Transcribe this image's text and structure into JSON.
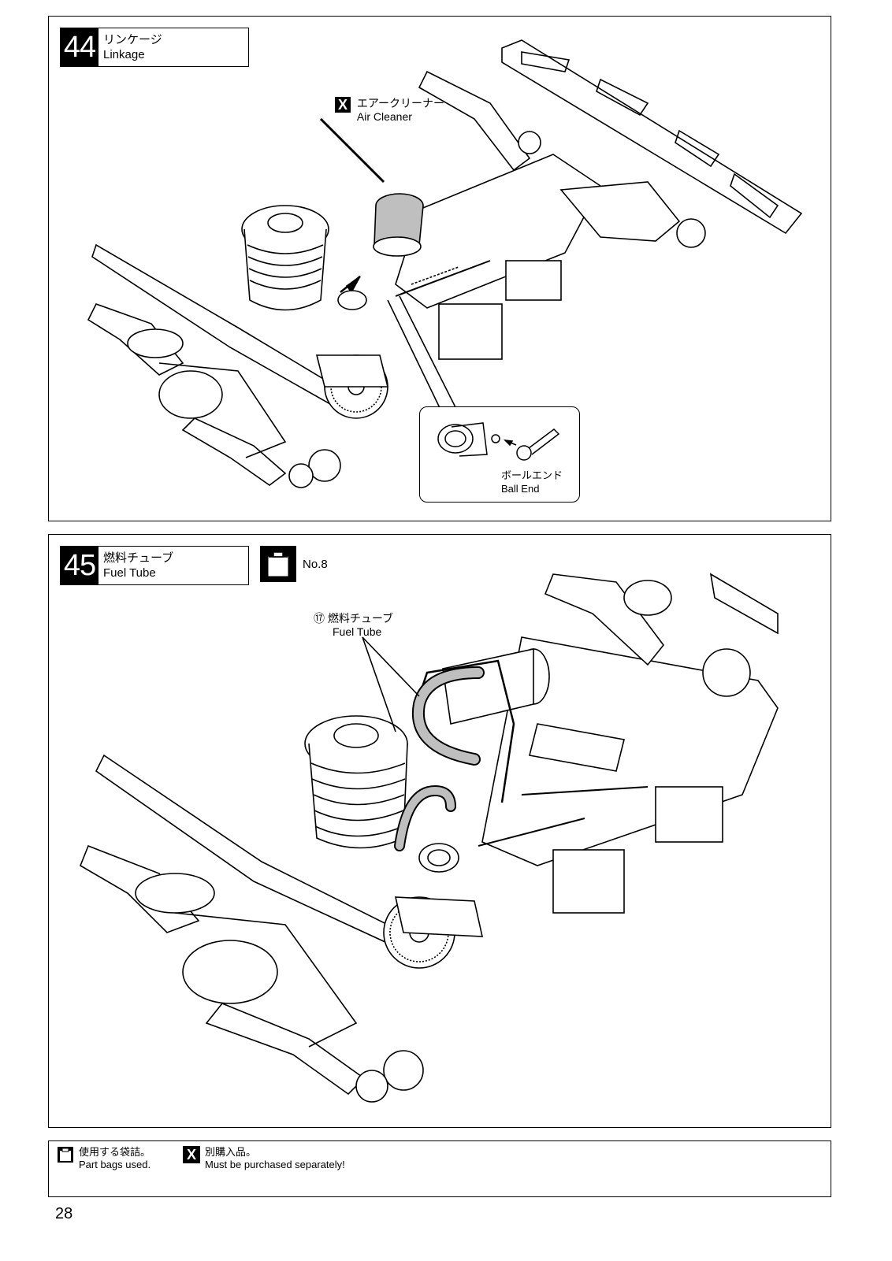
{
  "step44": {
    "number": "44",
    "title_jp": "リンケージ",
    "title_en": "Linkage",
    "air_cleaner_mark": "X",
    "air_cleaner_jp": "エアークリーナー",
    "air_cleaner_en": "Air Cleaner",
    "ball_end_jp": "ボールエンド",
    "ball_end_en": "Ball End"
  },
  "step45": {
    "number": "45",
    "title_jp": "燃料チューブ",
    "title_en": "Fuel Tube",
    "bag_label": "No.8",
    "part_number": "⑰",
    "fuel_tube_jp": "燃料チューブ",
    "fuel_tube_en": "Fuel Tube"
  },
  "legend": {
    "bag_jp": "使用する袋詰。",
    "bag_en": "Part bags used.",
    "sep_mark": "X",
    "sep_jp": "別購入品。",
    "sep_en": "Must be purchased separately!"
  },
  "page_number": "28"
}
